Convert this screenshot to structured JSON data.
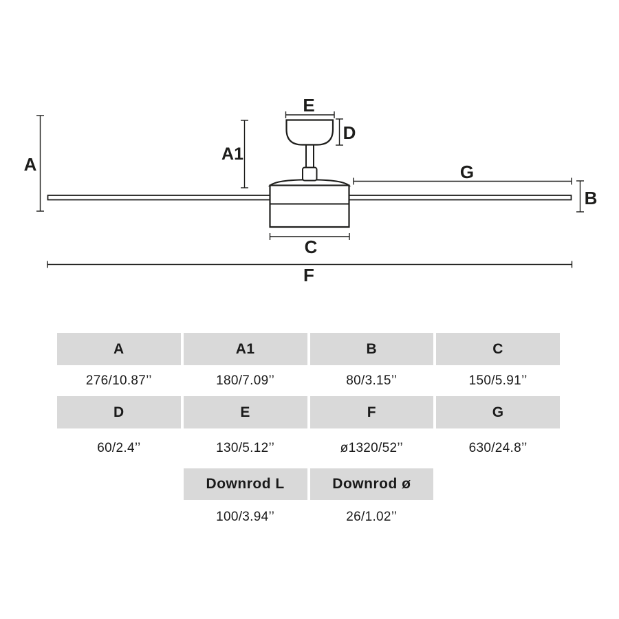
{
  "colors": {
    "ink": "#1d1d1b",
    "table_header_bg": "#d9d9d9",
    "background": "#ffffff"
  },
  "diagram": {
    "labels": {
      "a": "A",
      "a1": "A1",
      "b": "B",
      "c": "C",
      "d": "D",
      "e": "E",
      "f": "F",
      "g": "G"
    }
  },
  "table": {
    "rows": [
      {
        "cells": [
          {
            "header": "A",
            "value": "276/10.87’’"
          },
          {
            "header": "A1",
            "value": "180/7.09’’"
          },
          {
            "header": "B",
            "value": "80/3.15’’"
          },
          {
            "header": "C",
            "value": "150/5.91’’"
          }
        ]
      },
      {
        "cells": [
          {
            "header": "D",
            "value": "60/2.4’’"
          },
          {
            "header": "E",
            "value": "130/5.12’’"
          },
          {
            "header": "F",
            "value": "ø1320/52’’"
          },
          {
            "header": "G",
            "value": "630/24.8’’"
          }
        ]
      },
      {
        "cells": [
          {
            "header": "Downrod L",
            "value": "100/3.94’’"
          },
          {
            "header": "Downrod ø",
            "value": "26/1.02’’"
          }
        ]
      }
    ]
  }
}
